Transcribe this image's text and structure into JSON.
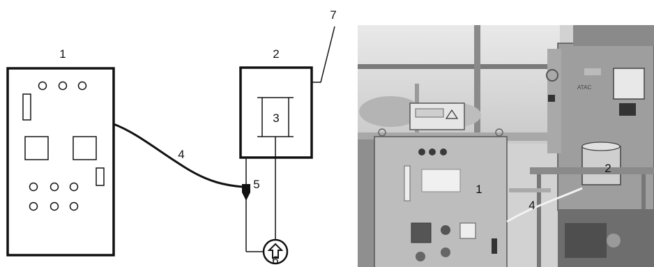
{
  "schematic": {
    "labels": {
      "control_cabinet": "1",
      "test_chamber": "2",
      "specimen": "3",
      "cable": "4",
      "valve": "5",
      "pump": "6",
      "chamber_lead": "7"
    }
  },
  "photo": {
    "labels": {
      "control_cabinet": "1",
      "test_chamber": "2",
      "cable": "4"
    }
  }
}
